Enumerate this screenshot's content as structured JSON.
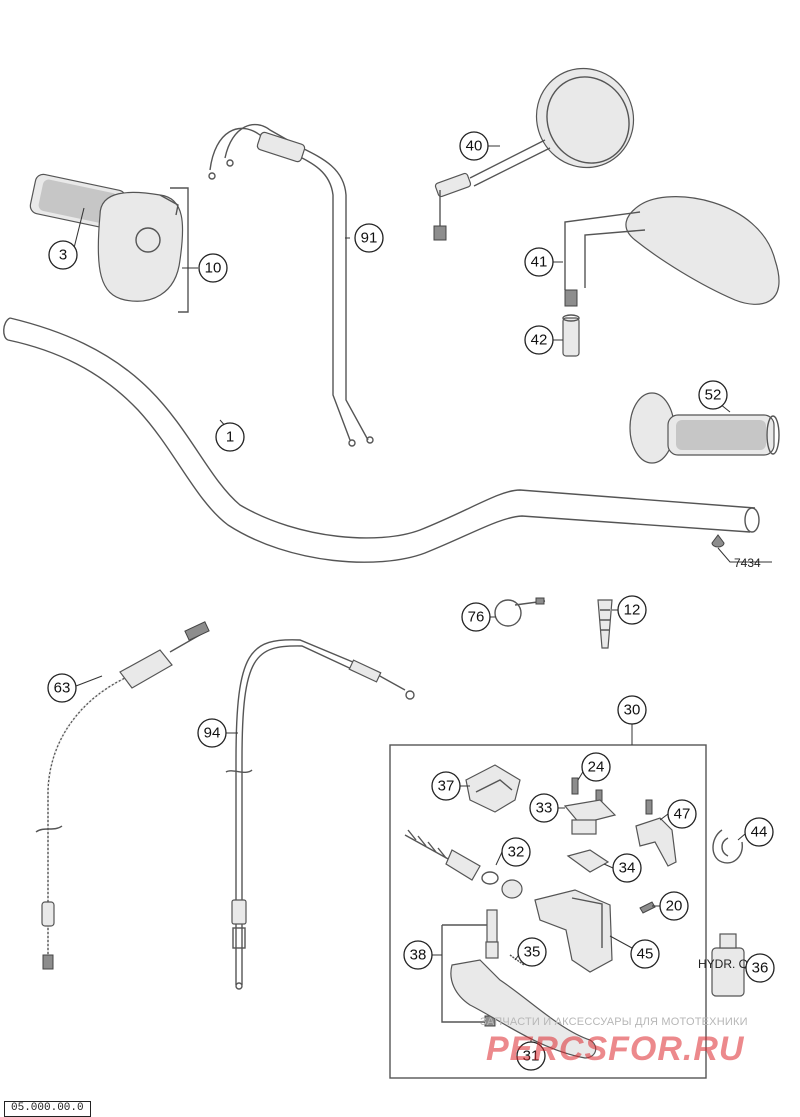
{
  "callouts": {
    "c1": "1",
    "c3": "3",
    "c10": "10",
    "c91": "91",
    "c40": "40",
    "c41": "41",
    "c42": "42",
    "c52": "52",
    "c7434": "7434",
    "c76": "76",
    "c12": "12",
    "c63": "63",
    "c94": "94",
    "c30": "30",
    "c37": "37",
    "c24": "24",
    "c33": "33",
    "c47": "47",
    "c44": "44",
    "c32": "32",
    "c34": "34",
    "c20": "20",
    "c45": "45",
    "c38": "38",
    "c35": "35",
    "c36": "36",
    "c31": "31"
  },
  "bottle_label": "HYDR. OIL",
  "watermark": {
    "tagline": "ЗАПЧАСТИ И АКСЕССУАРЫ ДЛЯ МОТОТЕХНИКИ",
    "logo": "PERCSFOR.RU"
  },
  "drawing_number": "05.000.00.0"
}
